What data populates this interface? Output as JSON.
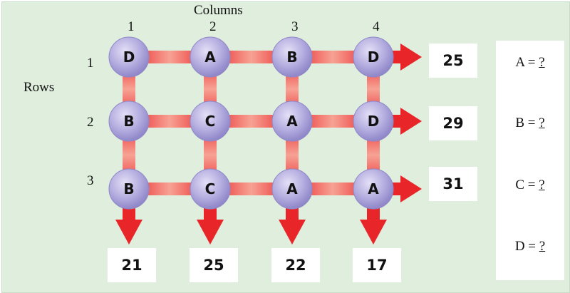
{
  "labels": {
    "columns": "Columns",
    "rows": "Rows"
  },
  "column_numbers": [
    "1",
    "2",
    "3",
    "4"
  ],
  "row_numbers": [
    "1",
    "2",
    "3"
  ],
  "grid": [
    [
      "D",
      "A",
      "B",
      "D"
    ],
    [
      "B",
      "C",
      "A",
      "D"
    ],
    [
      "B",
      "C",
      "A",
      "A"
    ]
  ],
  "row_sums": [
    "25",
    "29",
    "31"
  ],
  "column_sums": [
    "21",
    "25",
    "22",
    "17"
  ],
  "equations": [
    {
      "label": "A = ",
      "value": "?"
    },
    {
      "label": "B = ",
      "value": "?"
    },
    {
      "label": "C = ",
      "value": "?"
    },
    {
      "label": "D = ",
      "value": "?"
    }
  ],
  "colors": {
    "background": "#dfeedd",
    "arrow": "#e8262a",
    "node": "#b3acdf"
  }
}
